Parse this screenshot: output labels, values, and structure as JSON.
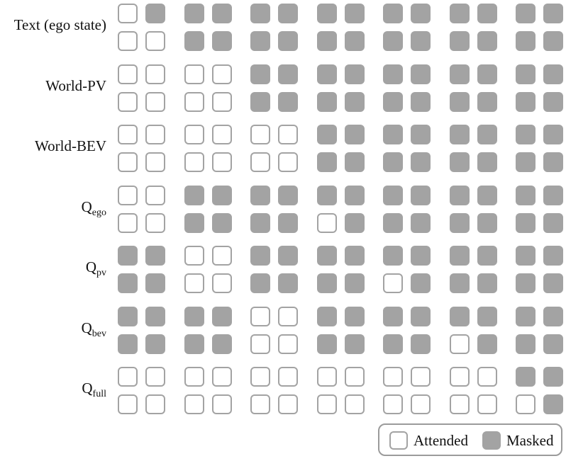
{
  "rows": [
    {
      "label": "Text (ego state)",
      "label_sub": ""
    },
    {
      "label": "World-PV",
      "label_sub": ""
    },
    {
      "label": "World-BEV",
      "label_sub": ""
    },
    {
      "label": "Q",
      "label_sub": "ego"
    },
    {
      "label": "Q",
      "label_sub": "pv"
    },
    {
      "label": "Q",
      "label_sub": "bev"
    },
    {
      "label": "Q",
      "label_sub": "full"
    }
  ],
  "mask": [
    [
      [
        0,
        1,
        0,
        0
      ],
      [
        1,
        1,
        1,
        1
      ],
      [
        1,
        1,
        1,
        1
      ],
      [
        1,
        1,
        1,
        1
      ],
      [
        1,
        1,
        1,
        1
      ],
      [
        1,
        1,
        1,
        1
      ],
      [
        1,
        1,
        1,
        1
      ]
    ],
    [
      [
        0,
        0,
        0,
        0
      ],
      [
        0,
        0,
        0,
        0
      ],
      [
        1,
        1,
        1,
        1
      ],
      [
        1,
        1,
        1,
        1
      ],
      [
        1,
        1,
        1,
        1
      ],
      [
        1,
        1,
        1,
        1
      ],
      [
        1,
        1,
        1,
        1
      ]
    ],
    [
      [
        0,
        0,
        0,
        0
      ],
      [
        0,
        0,
        0,
        0
      ],
      [
        0,
        0,
        0,
        0
      ],
      [
        1,
        1,
        1,
        1
      ],
      [
        1,
        1,
        1,
        1
      ],
      [
        1,
        1,
        1,
        1
      ],
      [
        1,
        1,
        1,
        1
      ]
    ],
    [
      [
        0,
        0,
        0,
        0
      ],
      [
        1,
        1,
        1,
        1
      ],
      [
        1,
        1,
        1,
        1
      ],
      [
        1,
        1,
        0,
        1
      ],
      [
        1,
        1,
        1,
        1
      ],
      [
        1,
        1,
        1,
        1
      ],
      [
        1,
        1,
        1,
        1
      ]
    ],
    [
      [
        1,
        1,
        1,
        1
      ],
      [
        0,
        0,
        0,
        0
      ],
      [
        1,
        1,
        1,
        1
      ],
      [
        1,
        1,
        1,
        1
      ],
      [
        1,
        1,
        0,
        1
      ],
      [
        1,
        1,
        1,
        1
      ],
      [
        1,
        1,
        1,
        1
      ]
    ],
    [
      [
        1,
        1,
        1,
        1
      ],
      [
        1,
        1,
        1,
        1
      ],
      [
        0,
        0,
        0,
        0
      ],
      [
        1,
        1,
        1,
        1
      ],
      [
        1,
        1,
        1,
        1
      ],
      [
        1,
        1,
        0,
        1
      ],
      [
        1,
        1,
        1,
        1
      ]
    ],
    [
      [
        0,
        0,
        0,
        0
      ],
      [
        0,
        0,
        0,
        0
      ],
      [
        0,
        0,
        0,
        0
      ],
      [
        0,
        0,
        0,
        0
      ],
      [
        0,
        0,
        0,
        0
      ],
      [
        0,
        0,
        0,
        0
      ],
      [
        1,
        1,
        0,
        1
      ]
    ]
  ],
  "legend": {
    "attended_label": "Attended",
    "masked_label": "Masked"
  },
  "colors": {
    "masked_fill": "#a3a3a3",
    "attended_border": "#a3a3a3",
    "legend_border": "#9b9b9b"
  }
}
